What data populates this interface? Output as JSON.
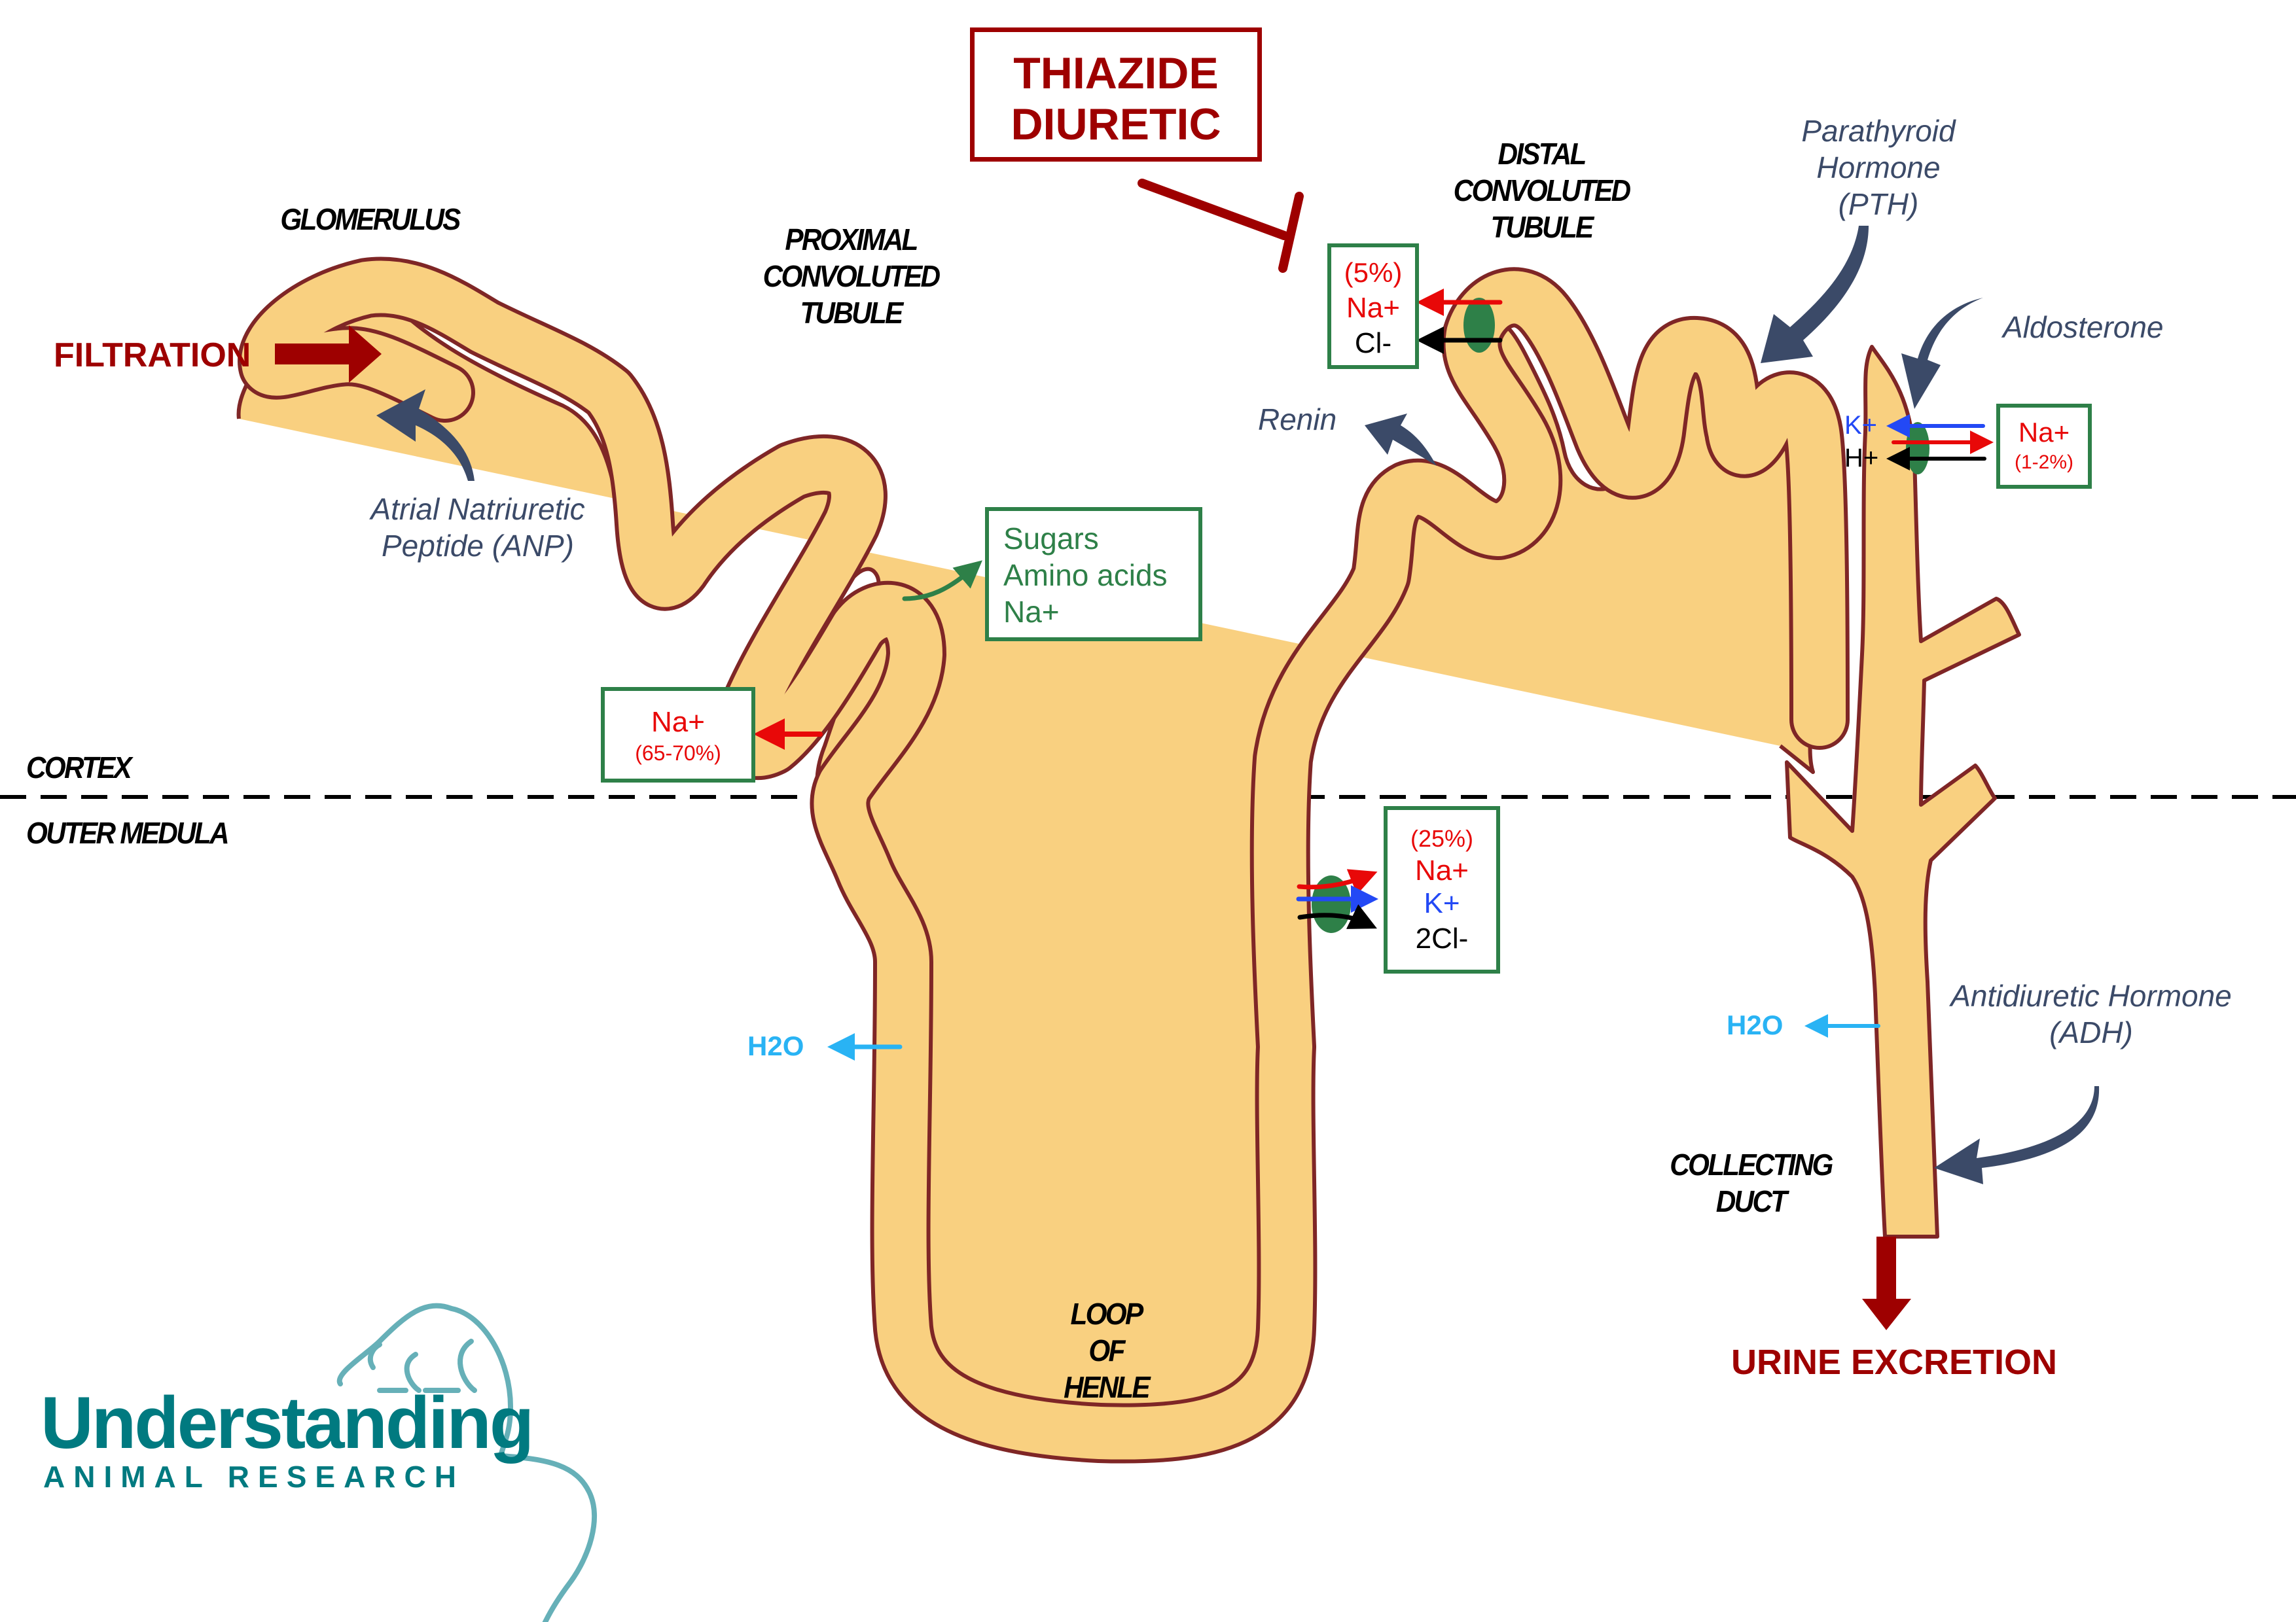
{
  "title": "Nephron physiology and site of action of thiazide diuretics",
  "colors": {
    "tubule_fill": "#F9D080",
    "tubule_outline": "#7F2626",
    "drug_red": "#9E0000",
    "hormone_slate": "#3B4A68",
    "transporter_green": "#2E8048",
    "sodium_red": "#E80808",
    "potassium_blue": "#2349F5",
    "water_cyan": "#29B3F4",
    "logo_teal": "#007A80",
    "logo_light_teal": "#66B0B8"
  },
  "drug": {
    "line1": "THIAZIDE",
    "line2": "DIURETIC"
  },
  "structures": {
    "glomerulus": "GLOMERULUS",
    "pct": [
      "PROXIMAL",
      "CONVOLUTED",
      "TUBULE"
    ],
    "dct": [
      "DISTAL",
      "CONVOLUTED",
      "TUBULE"
    ],
    "loop": [
      "LOOP",
      "OF",
      "HENLE"
    ],
    "collecting_duct": [
      "COLLECTING",
      "DUCT"
    ]
  },
  "zones": {
    "upper": "CORTEX",
    "lower": "OUTER MEDULA"
  },
  "processes": {
    "filtration": "FILTRATION",
    "excretion": "URINE EXCRETION"
  },
  "hormones": {
    "anp": [
      "Atrial Natriuretic",
      "Peptide (ANP)"
    ],
    "pth": [
      "Parathyroid",
      "Hormone",
      "(PTH)"
    ],
    "aldosterone": "Aldosterone",
    "renin": "Renin",
    "adh": [
      "Antidiuretic Hormone",
      "(ADH)"
    ]
  },
  "reabsorption": {
    "pct_nutrients": [
      "Sugars",
      "Amino acids",
      "Na+"
    ],
    "pct_sodium": {
      "ion": "Na+",
      "percent": "(65-70%)"
    },
    "loop_nkcc": {
      "percent": "(25%)",
      "ions": [
        "Na+",
        "K+",
        "2Cl-"
      ]
    },
    "dct_ncc": {
      "percent": "(5%)",
      "ions": [
        "Na+",
        "Cl-"
      ]
    },
    "collecting_enac": {
      "ion": "Na+",
      "percent": "(1-2%)",
      "secreted": [
        "K+",
        "H+"
      ]
    },
    "water": "H2O"
  },
  "logo": {
    "line1": "Understanding",
    "line2": "ANIMAL RESEARCH"
  }
}
